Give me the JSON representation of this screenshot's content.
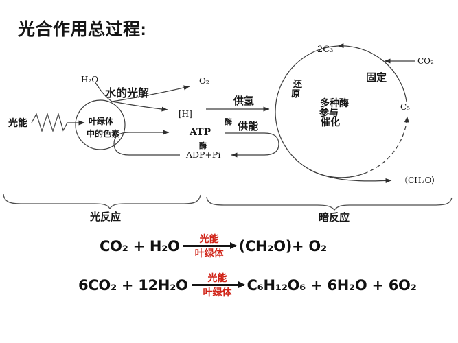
{
  "title": "光合作用总过程:",
  "colors": {
    "red": "#d02418",
    "ink": "#141414",
    "line": "#3d3d3d"
  },
  "diagram": {
    "light_energy": "光能",
    "h2o": "H₂O",
    "water_photolysis": "水的光解",
    "o2": "O₂",
    "nadph": "[H]",
    "chloroplast_line1": "叶绿体",
    "chloroplast_line2": "中的色素",
    "atp": "ATP",
    "enzyme_atp": "酶",
    "adp_pi": "ADP+Pi",
    "supply_hydrogen": "供氢",
    "enzyme_mid": "酶",
    "supply_energy": "供能",
    "c3": "2C₃",
    "co2": "CO₂",
    "fixation": "固定",
    "reduction_top": "还",
    "reduction_bottom": "原",
    "enzymes_line1": "多种酶",
    "enzymes_line2": "参与",
    "enzymes_line3": "催化",
    "c5": "C₅",
    "ch2o": "（CH₂O）",
    "light_reaction": "光反应",
    "dark_reaction": "暗反应"
  },
  "equations": {
    "eq1": {
      "lhs": "CO₂ + H₂O",
      "above": "光能",
      "below": "叶绿体",
      "rhs": "(CH₂O)+ O₂"
    },
    "eq2": {
      "lhs": "6CO₂ + 12H₂O",
      "above": "光能",
      "below": "叶绿体",
      "rhs": "C₆H₁₂O₆ + 6H₂O + 6O₂"
    }
  }
}
